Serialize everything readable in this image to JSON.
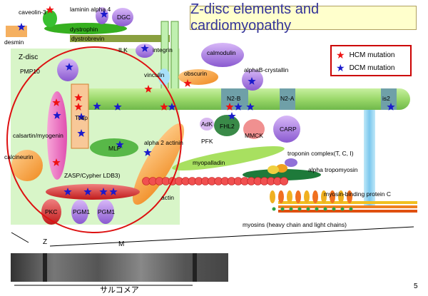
{
  "title": "Z-disc elements and cardiomyopathy",
  "legend": {
    "hcm": {
      "label": "HCM mutation",
      "color": "#ee1111"
    },
    "dcm": {
      "label": "DCM mutation",
      "color": "#1a1acc"
    }
  },
  "labels": {
    "caveolin": "caveolin-3",
    "laminin": "laminin alpha 4",
    "dgc": "DGC",
    "dystrophin": "dystrophin",
    "dystrobrevin": "dystrobrevin",
    "desmin": "desmin",
    "zdisc": "Z-disc",
    "ilk": "ILK",
    "integrin": "integrin",
    "vinculin": "vinculin",
    "calmodulin": "calmodulin",
    "obscurin": "obscurin",
    "alphab": "alphaB-crystallin",
    "pmp10": "PMP10",
    "tcap": "Tcap",
    "n2b": "N2-B",
    "n2a": "N2-A",
    "is2": "is2",
    "adk": "AdK",
    "fhl2": "FHL2",
    "pfk": "PFK",
    "mmck": "MMCK",
    "carp": "CARP",
    "calsartin": "calsartin/myogenin",
    "mlp": "MLP",
    "alpha2actinin": "alpha 2 actinin",
    "calcineurin": "calcineurin",
    "myopalladin": "myopalladin",
    "troponin": "troponin complex(T, C, I)",
    "tropomyosin": "alpha tropomyosin",
    "zasp": "ZASP/Cypher LDB3)",
    "actin": "actin",
    "mybpc": "myosin-binding protein C",
    "pkc": "PKC",
    "pgm1a": "PGM1",
    "pgm1b": "PGM1",
    "myosins": "myosins (heavy chain and light chains)",
    "z": "Z",
    "m": "M",
    "sarcomere": "サルコメア",
    "page": "5"
  }
}
